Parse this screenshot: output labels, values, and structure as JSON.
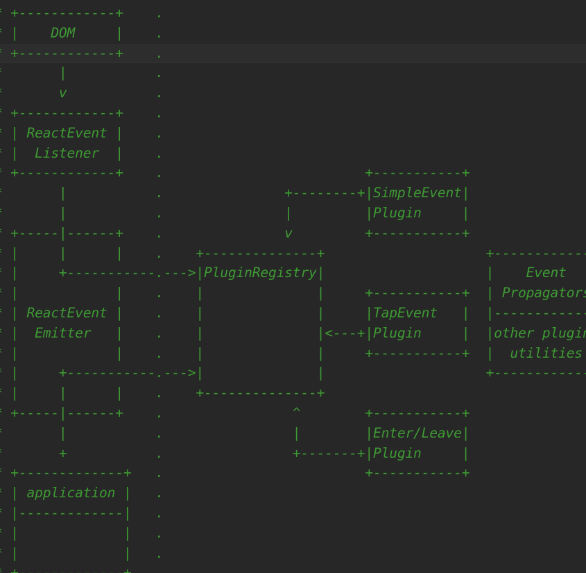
{
  "editor": {
    "text_color": "#3e9a33",
    "background": "#272727",
    "current_line_background": "#2d2d2d",
    "lines": [
      "* +------------+    .",
      "* |    DOM     |    .",
      "* +------------+    .",
      "*       |           .",
      "*       v           .",
      "* +------------+    .",
      "* | ReactEvent |    .",
      "* |  Listener  |    .",
      "* +------------+    .                         +-----------+",
      "*       |           .               +--------+|SimpleEvent|",
      "*       |           .               |         |Plugin     |",
      "* +-----|------+    .               v         +-----------+",
      "* |     |      |    .    +--------------+                    +------------+",
      "* |     +-----------.--->|PluginRegistry|                    |    Event   |",
      "* |            |    .    |              |     +-----------+  | Propagators|",
      "* | ReactEvent |    .    |              |     |TapEvent   |  |------------|",
      "* |  Emitter   |    .    |              |<---+|Plugin     |  |other plugin|",
      "* |            |    .    |              |     +-----------+  |  utilities |",
      "* |     +-----------.--->|              |                    +------------+",
      "* |     |      |    .    +--------------+",
      "* +-----|------+    .                ^        +-----------+",
      "*       |           .                |        |Enter/Leave|",
      "*       +           .                +-------+|Plugin     |",
      "* +-------------+   .                         +-----------+",
      "* | application |   .",
      "* |-------------|   .",
      "* |             |   .",
      "* |             |   .",
      "* +-------------+   ."
    ]
  }
}
